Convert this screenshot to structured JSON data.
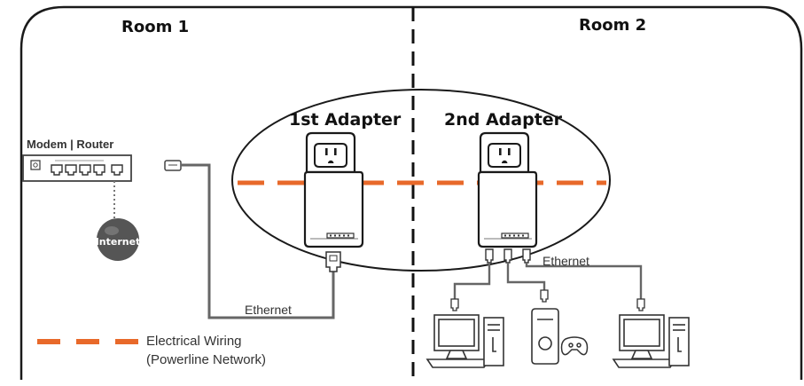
{
  "rooms": {
    "room1": "Room 1",
    "room2": "Room 2"
  },
  "adapters": {
    "first": "1st Adapter",
    "second": "2nd Adapter"
  },
  "modem_router_label": "Modem | Router",
  "internet_label": "Internet",
  "ethernet_labels": {
    "left": "Ethernet",
    "right": "Ethernet"
  },
  "legend": {
    "line1": "Electrical Wiring",
    "line2": "(Powerline Network)"
  },
  "colors": {
    "wiring": "#E8692A",
    "cable": "#666666",
    "outline": "#1a1a1a",
    "internet_ball": "#555555"
  },
  "icons": [
    "wall-outlet-icon",
    "ethernet-plug-icon",
    "desktop-computer-icon",
    "game-console-icon",
    "gamepad-icon",
    "internet-globe-icon"
  ]
}
